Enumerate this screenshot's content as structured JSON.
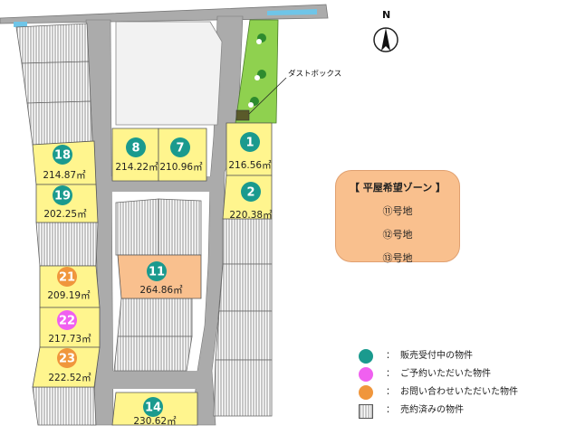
{
  "north_label": "N",
  "dust_box_label": "ダストボックス",
  "zone": {
    "title": "【 平屋希望ゾーン 】",
    "items": [
      "⑪号地",
      "⑫号地",
      "⑬号地"
    ]
  },
  "lots": [
    {
      "num": "1",
      "area": "216.56㎡",
      "status": "teal"
    },
    {
      "num": "2",
      "area": "220.38㎡",
      "status": "teal"
    },
    {
      "num": "7",
      "area": "210.96㎡",
      "status": "teal"
    },
    {
      "num": "8",
      "area": "214.22㎡",
      "status": "teal"
    },
    {
      "num": "11",
      "area": "264.86㎡",
      "status": "teal"
    },
    {
      "num": "14",
      "area": "230.62㎡",
      "status": "teal"
    },
    {
      "num": "18",
      "area": "214.87㎡",
      "status": "teal"
    },
    {
      "num": "19",
      "area": "202.25㎡",
      "status": "teal"
    },
    {
      "num": "21",
      "area": "209.19㎡",
      "status": "orange"
    },
    {
      "num": "22",
      "area": "217.73㎡",
      "status": "pink"
    },
    {
      "num": "23",
      "area": "222.52㎡",
      "status": "orange"
    }
  ],
  "legend": [
    {
      "colon": "：",
      "text": "販売受付中の物件",
      "color": "#1a9a8e"
    },
    {
      "colon": "：",
      "text": "ご予約いただいた物件",
      "color": "#f060f0"
    },
    {
      "colon": "：",
      "text": "お問い合わせいただいた物件",
      "color": "#f0963c"
    },
    {
      "colon": "：",
      "text": "売約済みの物件",
      "color": "#c9c9c9"
    }
  ],
  "colors": {
    "teal": "#1a9a8e",
    "pink": "#f060f0",
    "orange": "#f0963c",
    "lot_fill": "#fff58e",
    "zone_fill": "#f9c08e",
    "road": "#a9a9a9",
    "park": "#8fd14f"
  }
}
